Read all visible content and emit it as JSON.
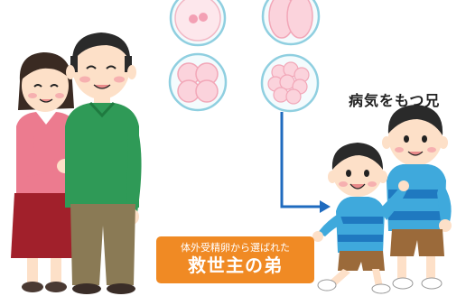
{
  "sick_sibling_label": "病気をもつ兄",
  "savior_caption": {
    "subtitle": "体外受精卵から選ばれた",
    "title": "救世主の弟"
  }
}
